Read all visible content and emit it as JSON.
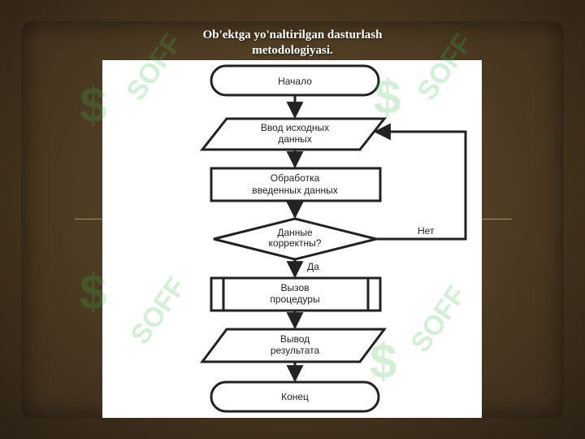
{
  "slide": {
    "title_line1": "Ob'ektga yo'naltirilgan dasturlash",
    "title_line2": "metodologiyasi."
  },
  "watermark": {
    "text": "SOFF",
    "mark": "$"
  },
  "flowchart": {
    "start": "Начало",
    "input_line1": "Ввод исходных",
    "input_line2": "данных",
    "process_line1": "Обработка",
    "process_line2": "введенных данных",
    "decision_line1": "Данные",
    "decision_line2": "корректны?",
    "label_no": "Нет",
    "label_yes": "Да",
    "call_line1": "Вызов",
    "call_line2": "процедуры",
    "output_line1": "Вывод",
    "output_line2": "результата",
    "end": "Конец"
  },
  "colors": {
    "background": "#47361f",
    "title": "#ffffff",
    "stroke": "#222222",
    "watermark": "#3cb84a"
  }
}
